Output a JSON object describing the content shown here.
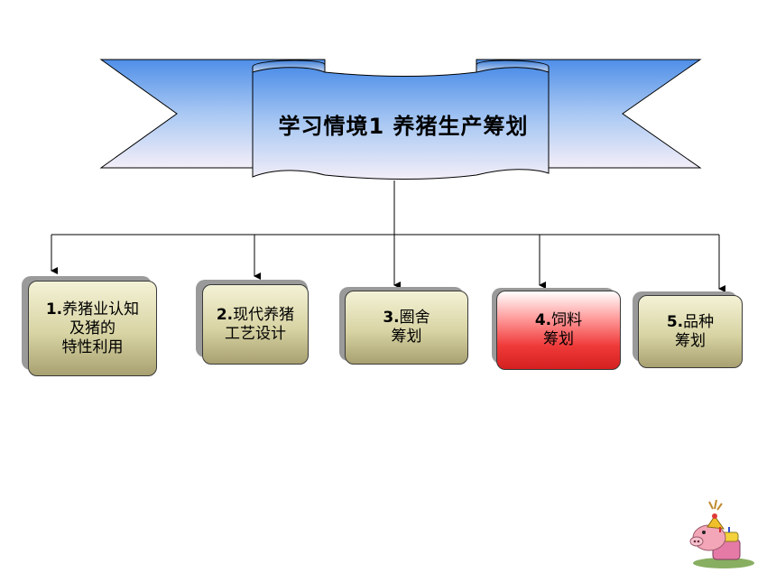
{
  "banner": {
    "title": "学习情境1  养猪生产筹划"
  },
  "nodes": [
    {
      "num": "1.",
      "lines": [
        "养猪业认知",
        "及猪的",
        "特性利用"
      ],
      "color": "beige"
    },
    {
      "num": "2.",
      "lines": [
        "现代养猪",
        "工艺设计"
      ],
      "color": "beige"
    },
    {
      "num": "3.",
      "lines": [
        "圈舍",
        "筹划"
      ],
      "color": "beige"
    },
    {
      "num": "4.",
      "lines": [
        "饲料",
        "筹划"
      ],
      "color": "red"
    },
    {
      "num": "5.",
      "lines": [
        "品种",
        "筹划"
      ],
      "color": "beige"
    }
  ],
  "colors": {
    "banner_top": "#4f8fe8",
    "banner_bottom": "#f3eef8",
    "node_beige": "#d8d4a4",
    "node_red": "#f03a3a"
  },
  "decoration": "pig-with-party-hat-and-cake"
}
